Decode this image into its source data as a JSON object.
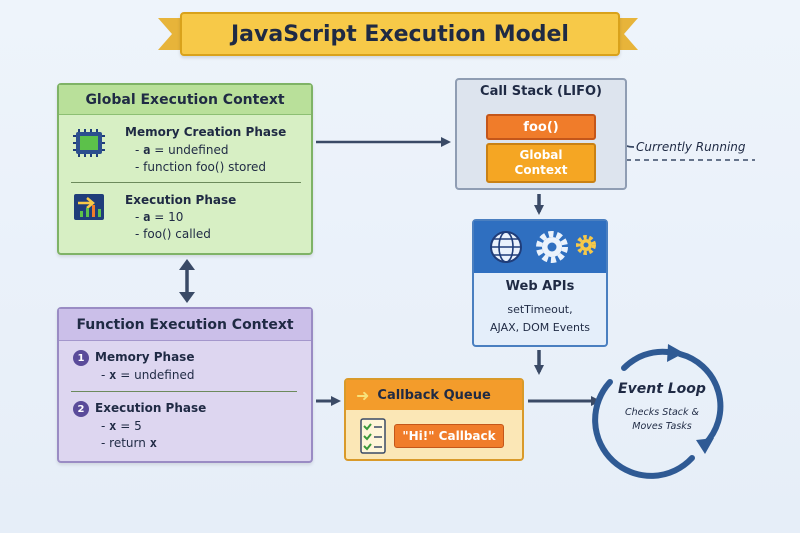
{
  "title": "JavaScript Execution Model",
  "global_context": {
    "title": "Global Execution Context",
    "memory_phase": {
      "heading": "Memory Creation Phase",
      "line1_var": "a",
      "line1_rest": "= undefined",
      "line2": "function foo() stored"
    },
    "execution_phase": {
      "heading": "Execution Phase",
      "line1_var": "a",
      "line1_rest": "= 10",
      "line2": "foo() called"
    }
  },
  "function_context": {
    "title": "Function Execution Context",
    "memory_phase": {
      "number": "1",
      "heading": "Memory Phase",
      "line1_var": "x",
      "line1_rest": "= undefined"
    },
    "execution_phase": {
      "number": "2",
      "heading": "Execution Phase",
      "line1_var": "x",
      "line1_rest": "= 5",
      "line2_prefix": "return",
      "line2_var": "x"
    }
  },
  "call_stack": {
    "title": "Call Stack (LIFO)",
    "top_frame": "foo()",
    "bottom_frame_line1": "Global",
    "bottom_frame_line2": "Context",
    "annotation": "Currently Running"
  },
  "web_apis": {
    "title": "Web APIs",
    "line1": "setTimeout,",
    "line2": "AJAX, DOM Events"
  },
  "callback_queue": {
    "title": "Callback Queue",
    "item": "\"Hi!\" Callback"
  },
  "event_loop": {
    "title": "Event Loop",
    "line1": "Checks Stack &",
    "line2": "Moves Tasks"
  },
  "colors": {
    "title_banner": "#f7c948",
    "global_context": "#d7efc4",
    "function_context": "#ddd6f0",
    "call_stack_top": "#f07c2a",
    "call_stack_bottom": "#f5a623",
    "web_apis": "#2f6fc0",
    "callback_queue": "#f39c2b",
    "arrows": "#3a4a66",
    "event_loop_ring": "#2f5a94"
  }
}
